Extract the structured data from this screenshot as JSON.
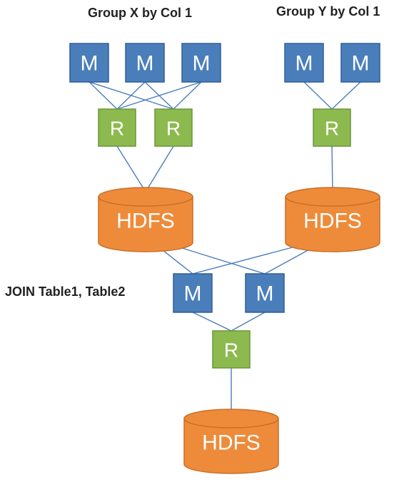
{
  "colors": {
    "mapper_fill": "#4a7ebb",
    "mapper_stroke": "#2f5f94",
    "reducer_fill": "#8dba4f",
    "reducer_stroke": "#6a9538",
    "hdfs_fill": "#ee8b3a",
    "hdfs_stroke": "#c86f27",
    "edge": "#4a7ebb"
  },
  "labels": {
    "group_x": "Group X by Col 1",
    "group_y": "Group Y by Col 1",
    "join": "JOIN Table1, Table2"
  },
  "mapper_label": "M",
  "reducer_label": "R",
  "hdfs_label": "HDFS"
}
